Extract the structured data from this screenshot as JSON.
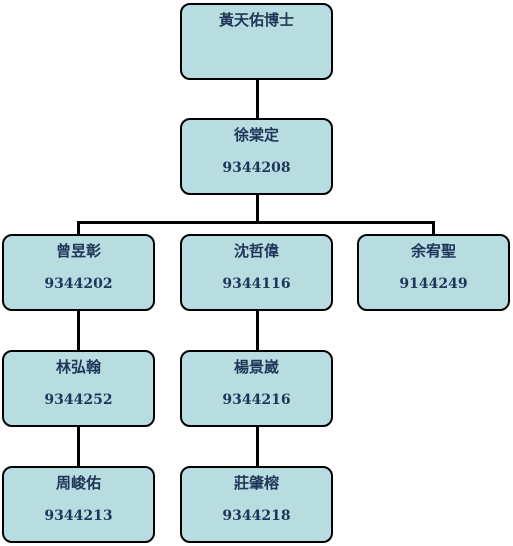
{
  "root": {
    "name": "黃天佑博士"
  },
  "level2": {
    "name": "徐棠定",
    "id": "9344208"
  },
  "children": [
    {
      "name": "曾昱彰",
      "id": "9344202"
    },
    {
      "name": "沈哲偉",
      "id": "9344116"
    },
    {
      "name": "余宥聖",
      "id": "9144249"
    }
  ],
  "col1": [
    {
      "name": "林弘翰",
      "id": "9344252"
    },
    {
      "name": "周峻佑",
      "id": "9344213"
    }
  ],
  "col2": [
    {
      "name": "楊景崴",
      "id": "9344216"
    },
    {
      "name": "莊肇榕",
      "id": "9344218"
    }
  ],
  "colors": {
    "box_fill": "#b7dde1",
    "border": "#000000",
    "text": "#1f3658"
  }
}
